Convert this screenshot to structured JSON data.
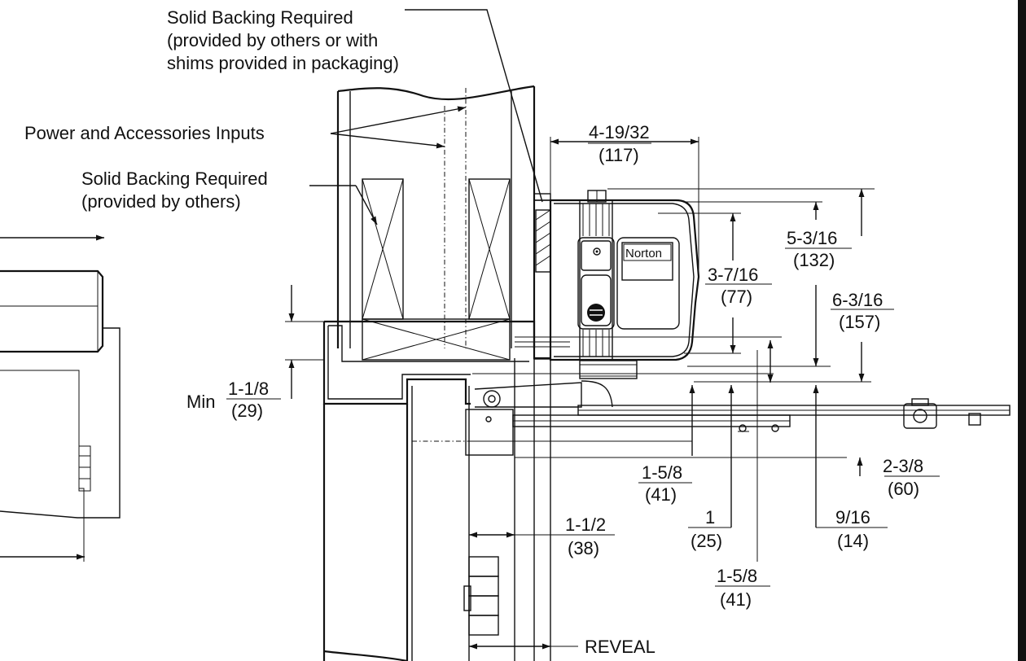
{
  "brand_label": "Norton",
  "notes": {
    "backing_top_line1": "Solid Backing Required",
    "backing_top_line2": "(provided by others or with",
    "backing_top_line3": "shims provided in packaging)",
    "power_inputs": "Power and Accessories Inputs",
    "backing_left_line1": "Solid Backing Required",
    "backing_left_line2": "(provided by others)",
    "reveal": "REVEAL",
    "min": "Min"
  },
  "dimensions": {
    "d_4_19_32": {
      "frac": "4-19/32",
      "mm": "(117)"
    },
    "d_5_3_16": {
      "frac": "5-3/16",
      "mm": "(132)"
    },
    "d_3_7_16": {
      "frac": "3-7/16",
      "mm": "(77)"
    },
    "d_6_3_16": {
      "frac": "6-3/16",
      "mm": "(157)"
    },
    "d_1_1_8": {
      "frac": "1-1/8",
      "mm": "(29)"
    },
    "d_1_5_8_a": {
      "frac": "1-5/8",
      "mm": "(41)"
    },
    "d_2_3_8": {
      "frac": "2-3/8",
      "mm": "(60)"
    },
    "d_1": {
      "frac": "1",
      "mm": "(25)"
    },
    "d_9_16": {
      "frac": "9/16",
      "mm": "(14)"
    },
    "d_1_1_2": {
      "frac": "1-1/2",
      "mm": "(38)"
    },
    "d_1_5_8_b": {
      "frac": "1-5/8",
      "mm": "(41)"
    }
  }
}
